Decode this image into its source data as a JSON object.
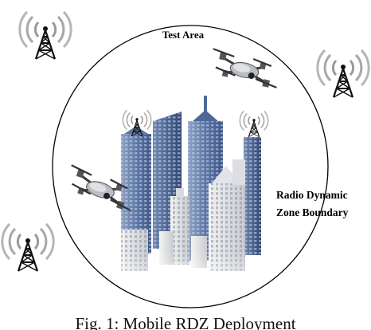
{
  "labels": {
    "test_area": "Test Area",
    "zone_boundary_line1": "Radio Dynamic",
    "zone_boundary_line2": "Zone Boundary"
  },
  "caption": "Fig. 1: Mobile RDZ Deployment"
}
